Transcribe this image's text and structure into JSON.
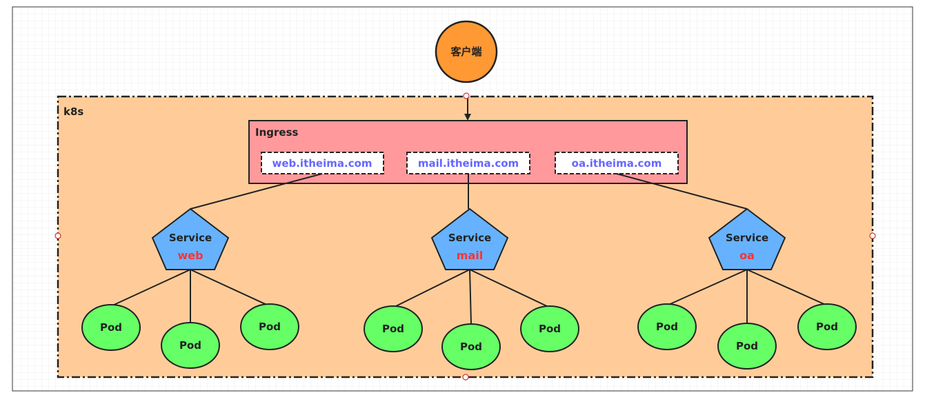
{
  "client": {
    "label": "客户端",
    "color": "#ff9933"
  },
  "cluster": {
    "label": "k8s",
    "color": "#ffcc99"
  },
  "ingress": {
    "label": "Ingress",
    "color": "#ff999c",
    "hosts": [
      "web.itheima.com",
      "mail.itheima.com",
      "oa.itheima.com"
    ],
    "host_text_color": "#6666ff"
  },
  "services": [
    {
      "title": "Service",
      "name": "web"
    },
    {
      "title": "Service",
      "name": "mail"
    },
    {
      "title": "Service",
      "name": "oa"
    }
  ],
  "service_color": "#66b2ff",
  "service_name_color": "#ff3333",
  "pod_label": "Pod",
  "pod_color": "#66ff66"
}
